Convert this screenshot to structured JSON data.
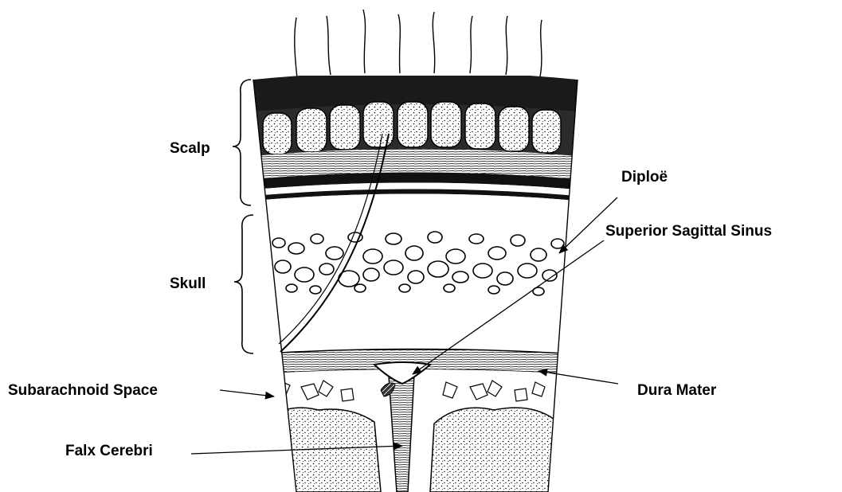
{
  "diagram": {
    "labels": {
      "scalp": "Scalp",
      "skull": "Skull",
      "diploe": "Diploë",
      "superior_sagittal_sinus": "Superior Sagittal Sinus",
      "subarachnoid_space": "Subarachnoid Space",
      "dura_mater": "Dura Mater",
      "falx_cerebri": "Falx Cerebri"
    }
  }
}
